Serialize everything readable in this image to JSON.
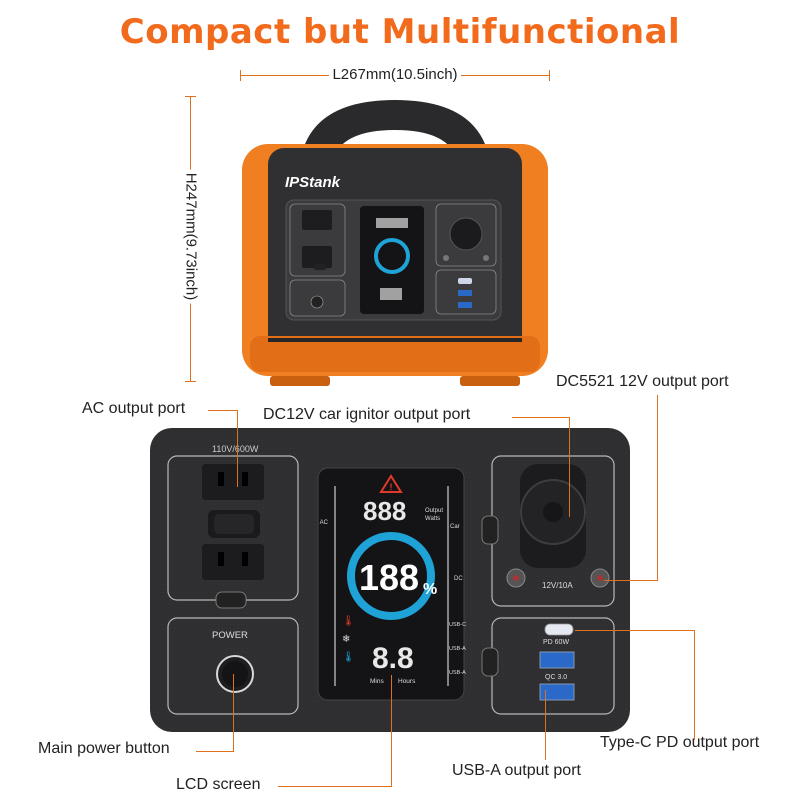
{
  "title": "Compact but Multifunctional",
  "dimensions": {
    "length": "L267mm(10.5inch)",
    "height": "H247mm(9.73inch)"
  },
  "brand": "IPStank",
  "panel": {
    "ac_rating": "110V/600W",
    "power_label": "POWER",
    "dc_rating": "12V/10A",
    "pd_label": "PD 60W",
    "qc_label": "QC 3.0",
    "lcd": {
      "output_digits": "888",
      "output_unit_line1": "Output",
      "output_unit_line2": "Watts",
      "percent_digits": "188",
      "percent_sign": "%",
      "time_digits": "8.8",
      "mins_label": "Mins",
      "hours_label": "Hours",
      "left_ac": "AC",
      "right_car": "Car",
      "right_dc": "DC",
      "right_usbc": "USB-C",
      "right_usba1": "USB-A",
      "right_usba2": "USB-A"
    }
  },
  "callouts": {
    "ac_output": "AC output port",
    "car_ignitor": "DC12V car ignitor output port",
    "dc5521": "DC5521 12V output port",
    "main_power": "Main power button",
    "lcd_screen": "LCD screen",
    "type_c": "Type-C PD output port",
    "usb_a": "USB-A output port"
  },
  "colors": {
    "accent": "#f26a1b",
    "body_orange": "#f07f22",
    "panel_dark": "#2f2f31",
    "lcd_cyan": "#1fa3d6"
  }
}
